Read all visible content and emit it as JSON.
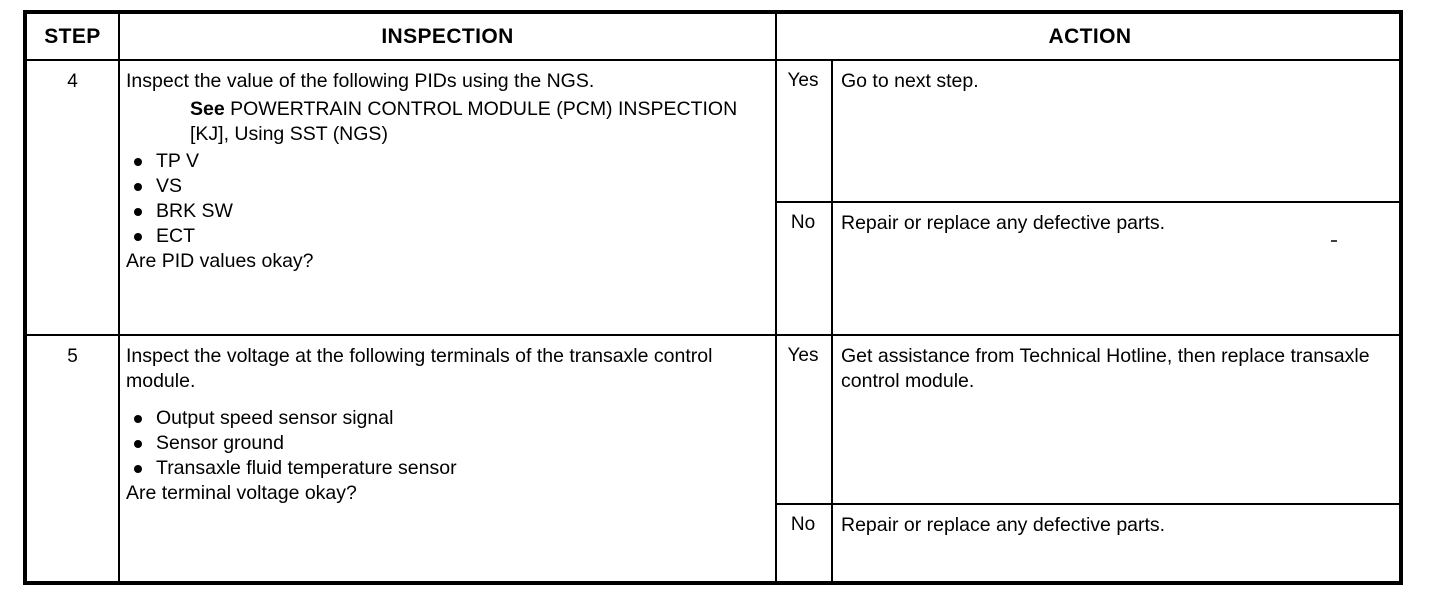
{
  "document": {
    "type": "diagnostic-troubleshooting-table",
    "columns": {
      "step": "STEP",
      "inspection": "INSPECTION",
      "action": "ACTION"
    }
  },
  "rows": [
    {
      "step": "4",
      "inspection": {
        "lead": "Inspect the value of the following PIDs using the NGS.",
        "reference": {
          "see_label": "See",
          "text": "POWERTRAIN CONTROL MODULE (PCM) INSPECTION [KJ], Using SST (NGS)"
        },
        "bullets": [
          "TP V",
          "VS",
          "BRK SW",
          "ECT"
        ],
        "question": "Are PID values okay?"
      },
      "outcomes": [
        {
          "result": "Yes",
          "action": "Go to next step."
        },
        {
          "result": "No",
          "action": "Repair or replace any defective parts."
        }
      ]
    },
    {
      "step": "5",
      "inspection": {
        "lead": "Inspect the voltage at the following terminals of the transaxle control module.",
        "bullets": [
          "Output speed sensor signal",
          "Sensor ground",
          "Transaxle fluid temperature sensor"
        ],
        "question": "Are terminal voltage okay?"
      },
      "outcomes": [
        {
          "result": "Yes",
          "action": "Get assistance from Technical Hotline, then replace transaxle control module."
        },
        {
          "result": "No",
          "action": "Repair or replace any defective parts."
        }
      ]
    }
  ],
  "colors": {
    "ink": "#000000",
    "paper": "#ffffff"
  }
}
